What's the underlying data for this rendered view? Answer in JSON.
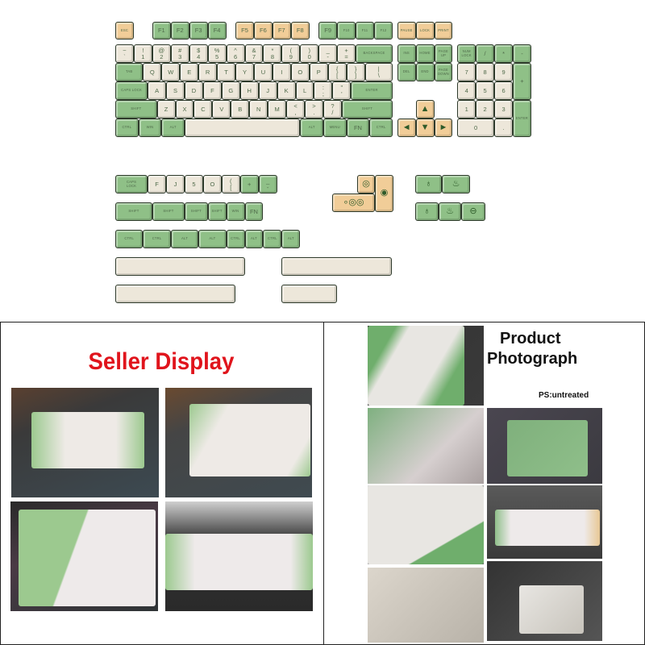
{
  "palette": {
    "g": "#8fc087",
    "c": "#ede7da",
    "o": "#f1cd98",
    "border": "#2e3a2b",
    "title_red": "#e0141c"
  },
  "keyboard": {
    "function_row": [
      [
        "ESC",
        "o"
      ],
      [
        "F1",
        "g"
      ],
      [
        "F2",
        "g"
      ],
      [
        "F3",
        "g"
      ],
      [
        "F4",
        "g"
      ],
      [
        "F5",
        "o"
      ],
      [
        "F6",
        "o"
      ],
      [
        "F7",
        "o"
      ],
      [
        "F8",
        "o"
      ],
      [
        "F9",
        "g"
      ],
      [
        "F10",
        "g"
      ],
      [
        "F11",
        "g"
      ],
      [
        "F12",
        "g"
      ],
      [
        "PAUSE",
        "o"
      ],
      [
        "LOCK",
        "o"
      ],
      [
        "PRINT",
        "o"
      ]
    ],
    "rows": [
      [
        [
          "~\n`",
          "c"
        ],
        [
          "!\n1",
          "c"
        ],
        [
          "@\n2",
          "c"
        ],
        [
          "#\n3",
          "c"
        ],
        [
          "$\n4",
          "c"
        ],
        [
          "%\n5",
          "c"
        ],
        [
          "^\n6",
          "c"
        ],
        [
          "&\n7",
          "c"
        ],
        [
          "*\n8",
          "c"
        ],
        [
          "(\n9",
          "c"
        ],
        [
          ")\n0",
          "c"
        ],
        [
          "_\n-",
          "c"
        ],
        [
          "+\n=",
          "c"
        ],
        [
          "BACKSPACE",
          "g"
        ]
      ],
      [
        [
          "TAB",
          "g"
        ],
        [
          "Q",
          "c"
        ],
        [
          "W",
          "c"
        ],
        [
          "E",
          "c"
        ],
        [
          "R",
          "c"
        ],
        [
          "T",
          "c"
        ],
        [
          "Y",
          "c"
        ],
        [
          "U",
          "c"
        ],
        [
          "I",
          "c"
        ],
        [
          "O",
          "c"
        ],
        [
          "P",
          "c"
        ],
        [
          "{\n[",
          "c"
        ],
        [
          "}\n]",
          "c"
        ],
        [
          "|\n\\",
          "c"
        ]
      ],
      [
        [
          "CAPS LOCK",
          "g"
        ],
        [
          "A",
          "c"
        ],
        [
          "S",
          "c"
        ],
        [
          "D",
          "c"
        ],
        [
          "F",
          "c"
        ],
        [
          "G",
          "c"
        ],
        [
          "H",
          "c"
        ],
        [
          "J",
          "c"
        ],
        [
          "K",
          "c"
        ],
        [
          "L",
          "c"
        ],
        [
          ":\n;",
          "c"
        ],
        [
          "\"\n'",
          "c"
        ],
        [
          "ENTER",
          "g"
        ]
      ],
      [
        [
          "SHIFT",
          "g"
        ],
        [
          "Z",
          "c"
        ],
        [
          "X",
          "c"
        ],
        [
          "C",
          "c"
        ],
        [
          "V",
          "c"
        ],
        [
          "B",
          "c"
        ],
        [
          "N",
          "c"
        ],
        [
          "M",
          "c"
        ],
        [
          "<\n,",
          "c"
        ],
        [
          ">\n.",
          "c"
        ],
        [
          "?\n/",
          "c"
        ],
        [
          "SHIFT",
          "g"
        ]
      ],
      [
        [
          "CTRL",
          "g"
        ],
        [
          "WIN",
          "g"
        ],
        [
          "ALT",
          "g"
        ],
        [
          "",
          "c"
        ],
        [
          "ALT",
          "g"
        ],
        [
          "MENU",
          "g"
        ],
        [
          "FN",
          "g"
        ],
        [
          "CTRL",
          "g"
        ]
      ]
    ],
    "nav": [
      [
        "INS",
        "g"
      ],
      [
        "HOME",
        "g"
      ],
      [
        "PAGE\nUP",
        "g"
      ],
      [
        "DEL",
        "g"
      ],
      [
        "END",
        "g"
      ],
      [
        "PAGE\nDOWN",
        "g"
      ]
    ],
    "arrows": [
      [
        "▲",
        "o"
      ],
      [
        "◄",
        "o"
      ],
      [
        "▼",
        "o"
      ],
      [
        "►",
        "o"
      ]
    ],
    "numpad": [
      [
        "NUM\nLOCK",
        "g"
      ],
      [
        "/",
        "g"
      ],
      [
        "*",
        "g"
      ],
      [
        "-",
        "g"
      ],
      [
        "7",
        "c"
      ],
      [
        "8",
        "c"
      ],
      [
        "9",
        "c"
      ],
      [
        "+",
        "g"
      ],
      [
        "4",
        "c"
      ],
      [
        "5",
        "c"
      ],
      [
        "6",
        "c"
      ],
      [
        "1",
        "c"
      ],
      [
        "2",
        "c"
      ],
      [
        "3",
        "c"
      ],
      [
        "ENTER",
        "g"
      ],
      [
        "0",
        "c"
      ],
      [
        ".",
        "c"
      ]
    ]
  },
  "extras": {
    "row_a": [
      [
        "CAPS\nLOCK",
        "g"
      ],
      [
        "F",
        "c"
      ],
      [
        "J",
        "c"
      ],
      [
        "5",
        "c"
      ],
      [
        "O",
        "c"
      ],
      [
        "(\n[",
        "c"
      ],
      [
        "+",
        "g"
      ],
      [
        "_\n-",
        "g"
      ]
    ],
    "row_b": [
      [
        "SHIFT",
        "g"
      ],
      [
        "SHIFT",
        "g"
      ],
      [
        "SHIFT",
        "g"
      ],
      [
        "SHIFT",
        "g"
      ],
      [
        "WIN",
        "g"
      ],
      [
        "FN",
        "g"
      ]
    ],
    "row_c": [
      [
        "CTRL",
        "g"
      ],
      [
        "CTRL",
        "g"
      ],
      [
        "ALT",
        "g"
      ],
      [
        "ALT",
        "g"
      ],
      [
        "CTRL",
        "g"
      ],
      [
        "ALT",
        "g"
      ],
      [
        "CTRL",
        "g"
      ],
      [
        "ALT",
        "g"
      ]
    ],
    "spacebars": [
      [
        "",
        "c"
      ],
      [
        "",
        "c"
      ],
      [
        "",
        "c"
      ],
      [
        "",
        "c"
      ]
    ],
    "novelty": [
      {
        "icon": "target-icon",
        "glyph": "◎",
        "color": "o"
      },
      {
        "icon": "radar-icon",
        "glyph": "◉",
        "color": "o"
      },
      {
        "icon": "bubbles-icon",
        "glyph": "∘◎◎",
        "color": "o"
      }
    ],
    "icon_keys": [
      {
        "icon": "drop-ring-icon",
        "glyph": "♁",
        "color": "g"
      },
      {
        "icon": "flame-icon",
        "glyph": "♨",
        "color": "g"
      },
      {
        "icon": "drop-ring-icon",
        "glyph": "♁",
        "color": "g"
      },
      {
        "icon": "flame-icon",
        "glyph": "♨",
        "color": "g"
      },
      {
        "icon": "eye-icon",
        "glyph": "⊖",
        "color": "g"
      }
    ]
  },
  "seller": {
    "title": "Seller Display"
  },
  "product": {
    "title_line1": "Product",
    "title_line2": "Photograph",
    "note": "PS:untreated"
  }
}
